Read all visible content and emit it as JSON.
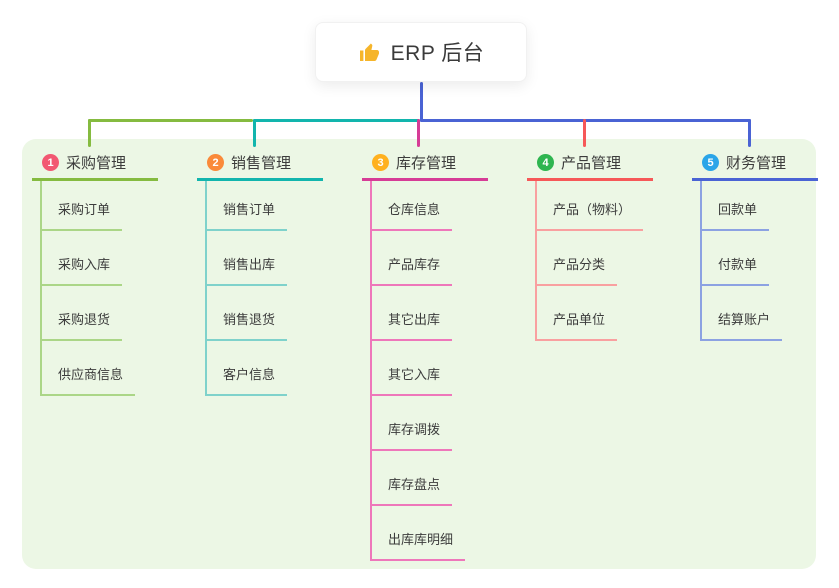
{
  "root": {
    "label": "ERP 后台",
    "icon": "thumbs-up-icon",
    "icon_color": "#f6b52a"
  },
  "colors": {
    "page_bg": "#ffffff",
    "panel_bg": "#ecf7e5",
    "root_line": "#4a63d4",
    "text": "#3c3c3c"
  },
  "branches": [
    {
      "index": "1",
      "label": "采购管理",
      "badge_color": "#f25872",
      "line_color": "#85bb40",
      "child_line_color": "#abd687",
      "items": [
        "采购订单",
        "采购入库",
        "采购退货",
        "供应商信息"
      ]
    },
    {
      "index": "2",
      "label": "销售管理",
      "badge_color": "#fa8a3a",
      "line_color": "#12b5ad",
      "child_line_color": "#7fd2cb",
      "items": [
        "销售订单",
        "销售出库",
        "销售退货",
        "客户信息"
      ]
    },
    {
      "index": "3",
      "label": "库存管理",
      "badge_color": "#ffb11f",
      "line_color": "#d63c96",
      "child_line_color": "#ee77ba",
      "items": [
        "仓库信息",
        "产品库存",
        "其它出库",
        "其它入库",
        "库存调拨",
        "库存盘点",
        "出库库明细"
      ]
    },
    {
      "index": "4",
      "label": "产品管理",
      "badge_color": "#2eb550",
      "line_color": "#f65858",
      "child_line_color": "#f9a0a0",
      "items": [
        "产品（物料）",
        "产品分类",
        "产品单位"
      ]
    },
    {
      "index": "5",
      "label": "财务管理",
      "badge_color": "#2aa5e8",
      "line_color": "#4a63d4",
      "child_line_color": "#8ca2e2",
      "items": [
        "回款单",
        "付款单",
        "结算账户"
      ]
    }
  ]
}
